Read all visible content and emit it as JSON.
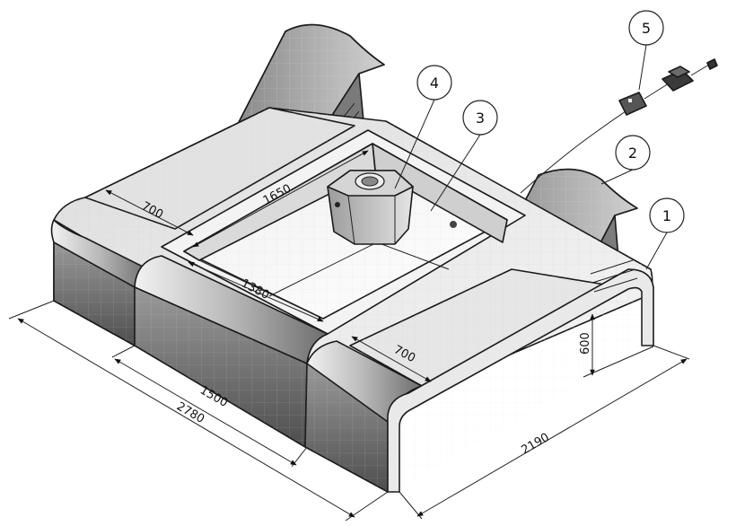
{
  "dimensions": {
    "d700_left": "700",
    "d1650": "1650",
    "d1380": "1380",
    "d700_right": "700",
    "d600": "600",
    "d1500": "1500",
    "d2780": "2780",
    "d2190": "2190"
  },
  "callouts": {
    "c1": "1",
    "c2": "2",
    "c3": "3",
    "c4": "4",
    "c5": "5"
  },
  "colors": {
    "outline": "#1a1a1a",
    "face_light": "#e9e9e9",
    "face_mid": "#bdbdbd",
    "face_dark": "#6f6f6f",
    "grid": "#d8d8d8"
  }
}
